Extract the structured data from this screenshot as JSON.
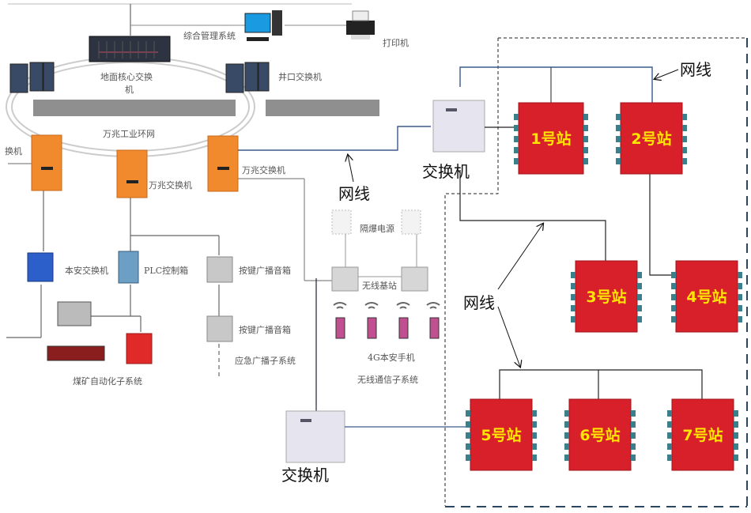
{
  "colors": {
    "station_red": "#d8202a",
    "connector_teal": "#3b7f8c",
    "mine_switch_orange": "#f08a2c",
    "gray_bar": "#8f8f8f",
    "line_dark": "#222222",
    "line_blue": "#4a6a9a"
  },
  "surface": {
    "management_system": "综合管理系统",
    "printer": "打印机",
    "core_switch": "地面核心交换",
    "core_switch_line2": "机",
    "wellhead_switch": "井口交换机",
    "ring_network": "万兆工业环网",
    "left_switch_partial": "换机",
    "ten_g_switch_mid": "万兆交换机",
    "ten_g_switch_right": "万兆交换机"
  },
  "subsystems": {
    "intrinsic_switch": "本安交换机",
    "plc_box": "PLC控制箱",
    "broadcast_speaker_1": "按键广播音箱",
    "broadcast_speaker_2": "按键广播音箱",
    "emergency_broadcast": "应急广播子系统",
    "automation": "煤矿自动化子系统",
    "explosion_proof_power": "隔爆电源",
    "wireless_base_station": "无线基站",
    "phone_4g": "4G本安手机",
    "wireless_comm": "无线通信子系统"
  },
  "annotations": {
    "switch_top": "交换机",
    "switch_bottom": "交换机",
    "cable_top_right": "网线",
    "cable_middle": "网线",
    "cable_lower": "网线"
  },
  "stations": [
    {
      "label": "1号站"
    },
    {
      "label": "2号站"
    },
    {
      "label": "3号站"
    },
    {
      "label": "4号站"
    },
    {
      "label": "5号站"
    },
    {
      "label": "6号站"
    },
    {
      "label": "7号站"
    }
  ]
}
